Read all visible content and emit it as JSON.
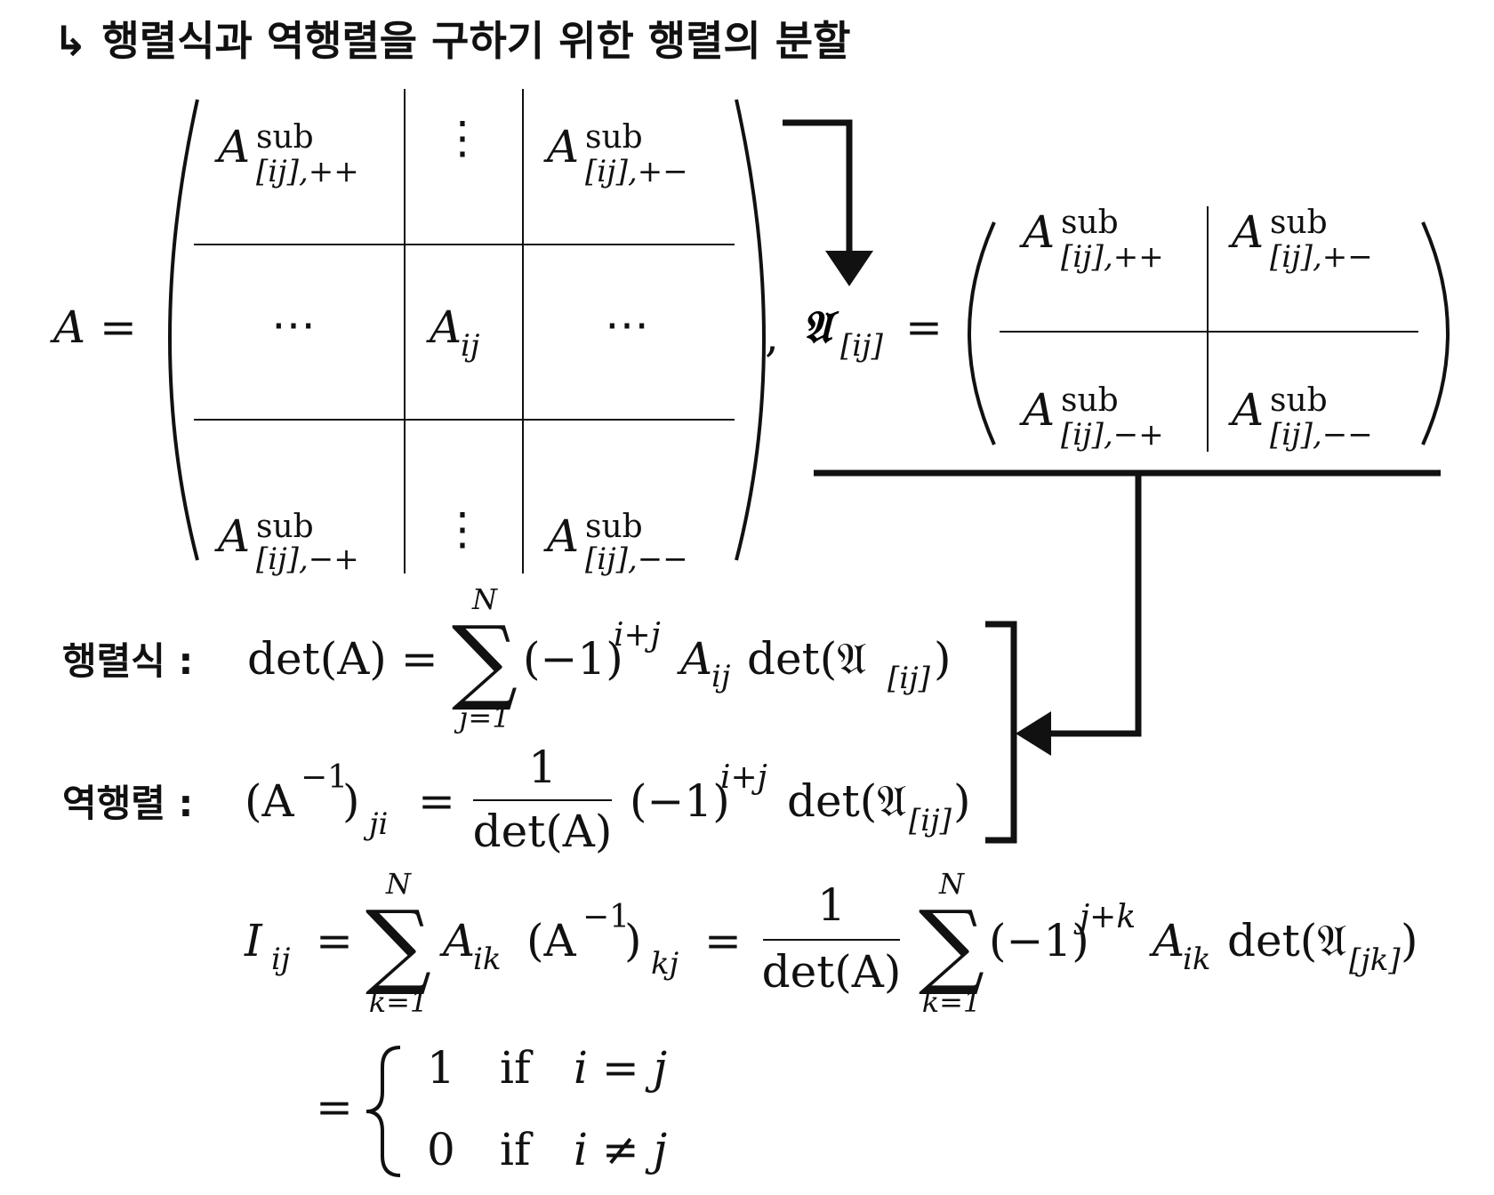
{
  "title": "↳ 행렬식과 역행렬을 구하기 위한 행렬의 분할",
  "matrix_A": {
    "lhs": "A =",
    "cell_tl": "A",
    "cell_tl_sup": "sub",
    "cell_tl_sub": "[ij],++",
    "cell_tc": "⋮",
    "cell_tr": "A",
    "cell_tr_sup": "sub",
    "cell_tr_sub": "[ij],+−",
    "cell_ml": "⋯",
    "cell_mc": "A",
    "cell_mc_sub": "ij",
    "cell_mr": "⋯",
    "cell_bl": "A",
    "cell_bl_sup": "sub",
    "cell_bl_sub": "[ij],−+",
    "cell_bc": "⋮",
    "cell_br": "A",
    "cell_br_sup": "sub",
    "cell_br_sub": "[ij],−−",
    "comma": ","
  },
  "matrix_frak": {
    "symbol": "𝔄",
    "symbol_sub": "[ij]",
    "equals": "=",
    "cell_tl": "A",
    "cell_tl_sup": "sub",
    "cell_tl_sub": "[ij],++",
    "cell_tr": "A",
    "cell_tr_sup": "sub",
    "cell_tr_sub": "[ij],+−",
    "cell_bl": "A",
    "cell_bl_sup": "sub",
    "cell_bl_sub": "[ij],−+",
    "cell_br": "A",
    "cell_br_sup": "sub",
    "cell_br_sub": "[ij],−−"
  },
  "determinant": {
    "label": "행렬식 :",
    "lhs": "det(A) =",
    "sum_top": "N",
    "sum_bottom": "j=1",
    "term1": "(−1)",
    "term1_sup": "i+j",
    "term2": "A",
    "term2_sub": "ij",
    "term3": " det(𝔄",
    "term3_sub": "[ij]",
    "term3_close": ")"
  },
  "inverse": {
    "label": "역행렬 :",
    "lhs_open": "(A",
    "lhs_sup": "−1",
    "lhs_close": ")",
    "lhs_sub": "ji",
    "equals": "=",
    "frac_num": "1",
    "frac_den": "det(A)",
    "rhs1": "(−1)",
    "rhs1_sup": "i+j",
    "rhs2": "det(𝔄",
    "rhs2_sub": "[ij]",
    "rhs2_close": ")"
  },
  "identity": {
    "lhs": "I",
    "lhs_sub": "ij",
    "eq1": "=",
    "sum1_top": "N",
    "sum1_bottom": "k=1",
    "t1": "A",
    "t1_sub": "ik",
    "t2_open": "(A",
    "t2_sup": "−1",
    "t2_close": ")",
    "t2_sub": "kj",
    "eq2": "=",
    "frac_num": "1",
    "frac_den": "det(A)",
    "sum2_top": "N",
    "sum2_bottom": "k=1",
    "t3": "(−1)",
    "t3_sup": "j+k",
    "t4": "A",
    "t4_sub": "ik",
    "t5": "det(𝔄",
    "t5_sub": "[jk]",
    "t5_close": ")"
  },
  "cases": {
    "equals": "=",
    "row1_value": "1",
    "row1_if": "if",
    "row1_cond": "i = j",
    "row2_value": "0",
    "row2_if": "if",
    "row2_cond": "i ≠ j"
  }
}
